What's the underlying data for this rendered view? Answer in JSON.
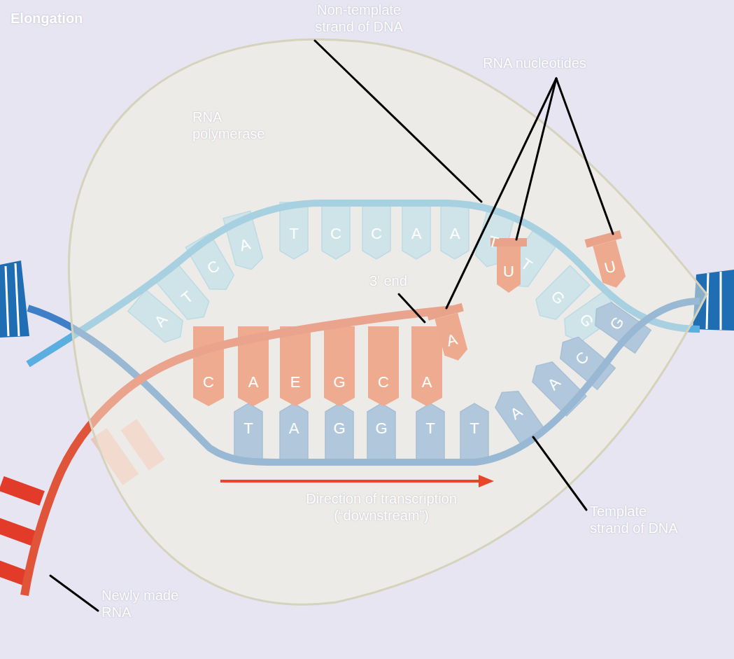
{
  "diagram": {
    "title": "Elongation",
    "nodes": [
      {
        "text": [
          "RNA polymerase"
        ]
      }
    ],
    "labels": [
      "Non-template strand of DNA",
      "RNA nucleotides",
      "3′ end",
      "Direction of transcription (“downstream”)",
      "Template strand of DNA",
      "Newly made RNA",
      "A",
      "T",
      "C",
      "A",
      "T",
      "C",
      "C",
      "A",
      "A",
      "T",
      "T",
      "G",
      "G",
      "T",
      "A",
      "G",
      "G",
      "T",
      "T",
      "A",
      "A",
      "C",
      "G",
      "C",
      "A",
      "E",
      "G",
      "C",
      "A",
      "A",
      "U",
      "U"
    ]
  }
}
